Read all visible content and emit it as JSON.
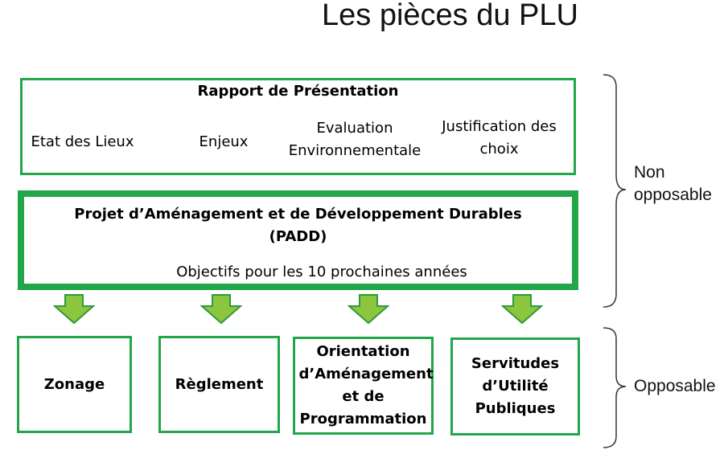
{
  "title": "Les pièces du PLU",
  "rapport": {
    "title": "Rapport de Présentation",
    "items": [
      "Etat des Lieux",
      "Enjeux",
      "Evaluation Environnementale",
      "Justification des choix"
    ]
  },
  "padd": {
    "title_line1": "Projet d’Aménagement et de Développement Durables",
    "title_line2": "(PADD)",
    "subtitle": "Objectifs pour les 10 prochaines années"
  },
  "pieces": [
    {
      "label": "Zonage"
    },
    {
      "label": "Règlement"
    },
    {
      "label": "Orientation d’Aménagement et de Programmation"
    },
    {
      "label": "Servitudes d’Utilité Publiques"
    }
  ],
  "brackets": {
    "non_opposable": "Non opposable",
    "opposable": "Opposable"
  },
  "colors": {
    "border_green": "#21a64a",
    "arrow_fill": "#8cc63f",
    "arrow_stroke": "#2e9a3d"
  }
}
